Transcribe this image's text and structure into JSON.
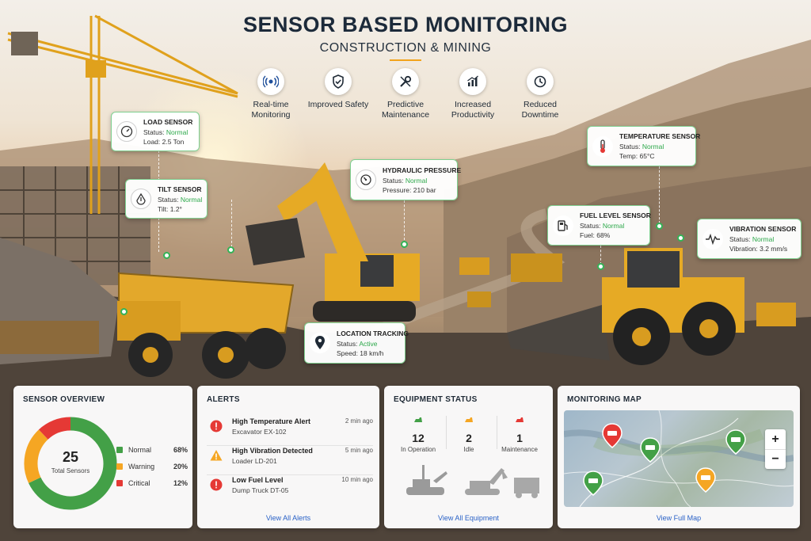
{
  "header": {
    "title": "SENSOR BASED MONITORING",
    "subtitle": "CONSTRUCTION & MINING"
  },
  "features": [
    {
      "label": "Real-time Monitoring",
      "icon": "wifi-signal-icon"
    },
    {
      "label": "Improved Safety",
      "icon": "shield-check-icon"
    },
    {
      "label": "Predictive Maintenance",
      "icon": "wrench-icon"
    },
    {
      "label": "Increased Productivity",
      "icon": "bar-chart-icon"
    },
    {
      "label": "Reduced Downtime",
      "icon": "clock-icon"
    }
  ],
  "sensors": {
    "load": {
      "name": "LOAD SENSOR",
      "status_label": "Status:",
      "status": "Normal",
      "reading": "Load: 2.5 Ton"
    },
    "tilt": {
      "name": "TILT SENSOR",
      "status_label": "Status:",
      "status": "Normal",
      "reading": "Tilt: 1.2°"
    },
    "hydraulic": {
      "name": "HYDRAULIC PRESSURE",
      "status_label": "Status:",
      "status": "Normal",
      "reading": "Pressure: 210 bar"
    },
    "temperature": {
      "name": "TEMPERATURE SENSOR",
      "status_label": "Status:",
      "status": "Normal",
      "reading": "Temp: 65°C"
    },
    "fuel": {
      "name": "FUEL LEVEL SENSOR",
      "status_label": "Status:",
      "status": "Normal",
      "reading": "Fuel: 68%"
    },
    "vibration": {
      "name": "VIBRATION SENSOR",
      "status_label": "Status:",
      "status": "Normal",
      "reading": "Vibration: 3.2 mm/s"
    },
    "location": {
      "name": "LOCATION TRACKING",
      "status_label": "Status:",
      "status": "Active",
      "reading": "Speed: 18 km/h"
    }
  },
  "overview": {
    "title": "SENSOR OVERVIEW",
    "total": "25",
    "total_label": "Total Sensors",
    "legend": [
      {
        "name": "Normal",
        "value": "68%",
        "color": "#43a047"
      },
      {
        "name": "Warning",
        "value": "20%",
        "color": "#f5a623"
      },
      {
        "name": "Critical",
        "value": "12%",
        "color": "#e53935"
      }
    ]
  },
  "chart_data": {
    "type": "pie",
    "categories": [
      "Normal",
      "Warning",
      "Critical"
    ],
    "values": [
      68,
      20,
      12
    ],
    "colors": [
      "#43a047",
      "#f5a623",
      "#e53935"
    ]
  },
  "alerts": {
    "title": "ALERTS",
    "items": [
      {
        "title": "High Temperature Alert",
        "source": "Excavator EX-102",
        "time": "2 min ago",
        "level": "critical"
      },
      {
        "title": "High Vibration Detected",
        "source": "Loader LD-201",
        "time": "5 min ago",
        "level": "warning"
      },
      {
        "title": "Low Fuel Level",
        "source": "Dump Truck DT-05",
        "time": "10 min ago",
        "level": "critical"
      }
    ],
    "link": "View All Alerts"
  },
  "equipment": {
    "title": "EQUIPMENT STATUS",
    "stats": [
      {
        "count": "12",
        "label": "In Operation",
        "color": "#43a047"
      },
      {
        "count": "2",
        "label": "Idle",
        "color": "#f5a623"
      },
      {
        "count": "1",
        "label": "Maintenance",
        "color": "#e53935"
      }
    ],
    "link": "View All Equipment"
  },
  "map": {
    "title": "MONITORING MAP",
    "zoom_in": "+",
    "zoom_out": "−",
    "link": "View Full Map"
  },
  "colors": {
    "accent": "#f2a31b",
    "status_green": "#2ca84a",
    "link_blue": "#2a62c7"
  }
}
